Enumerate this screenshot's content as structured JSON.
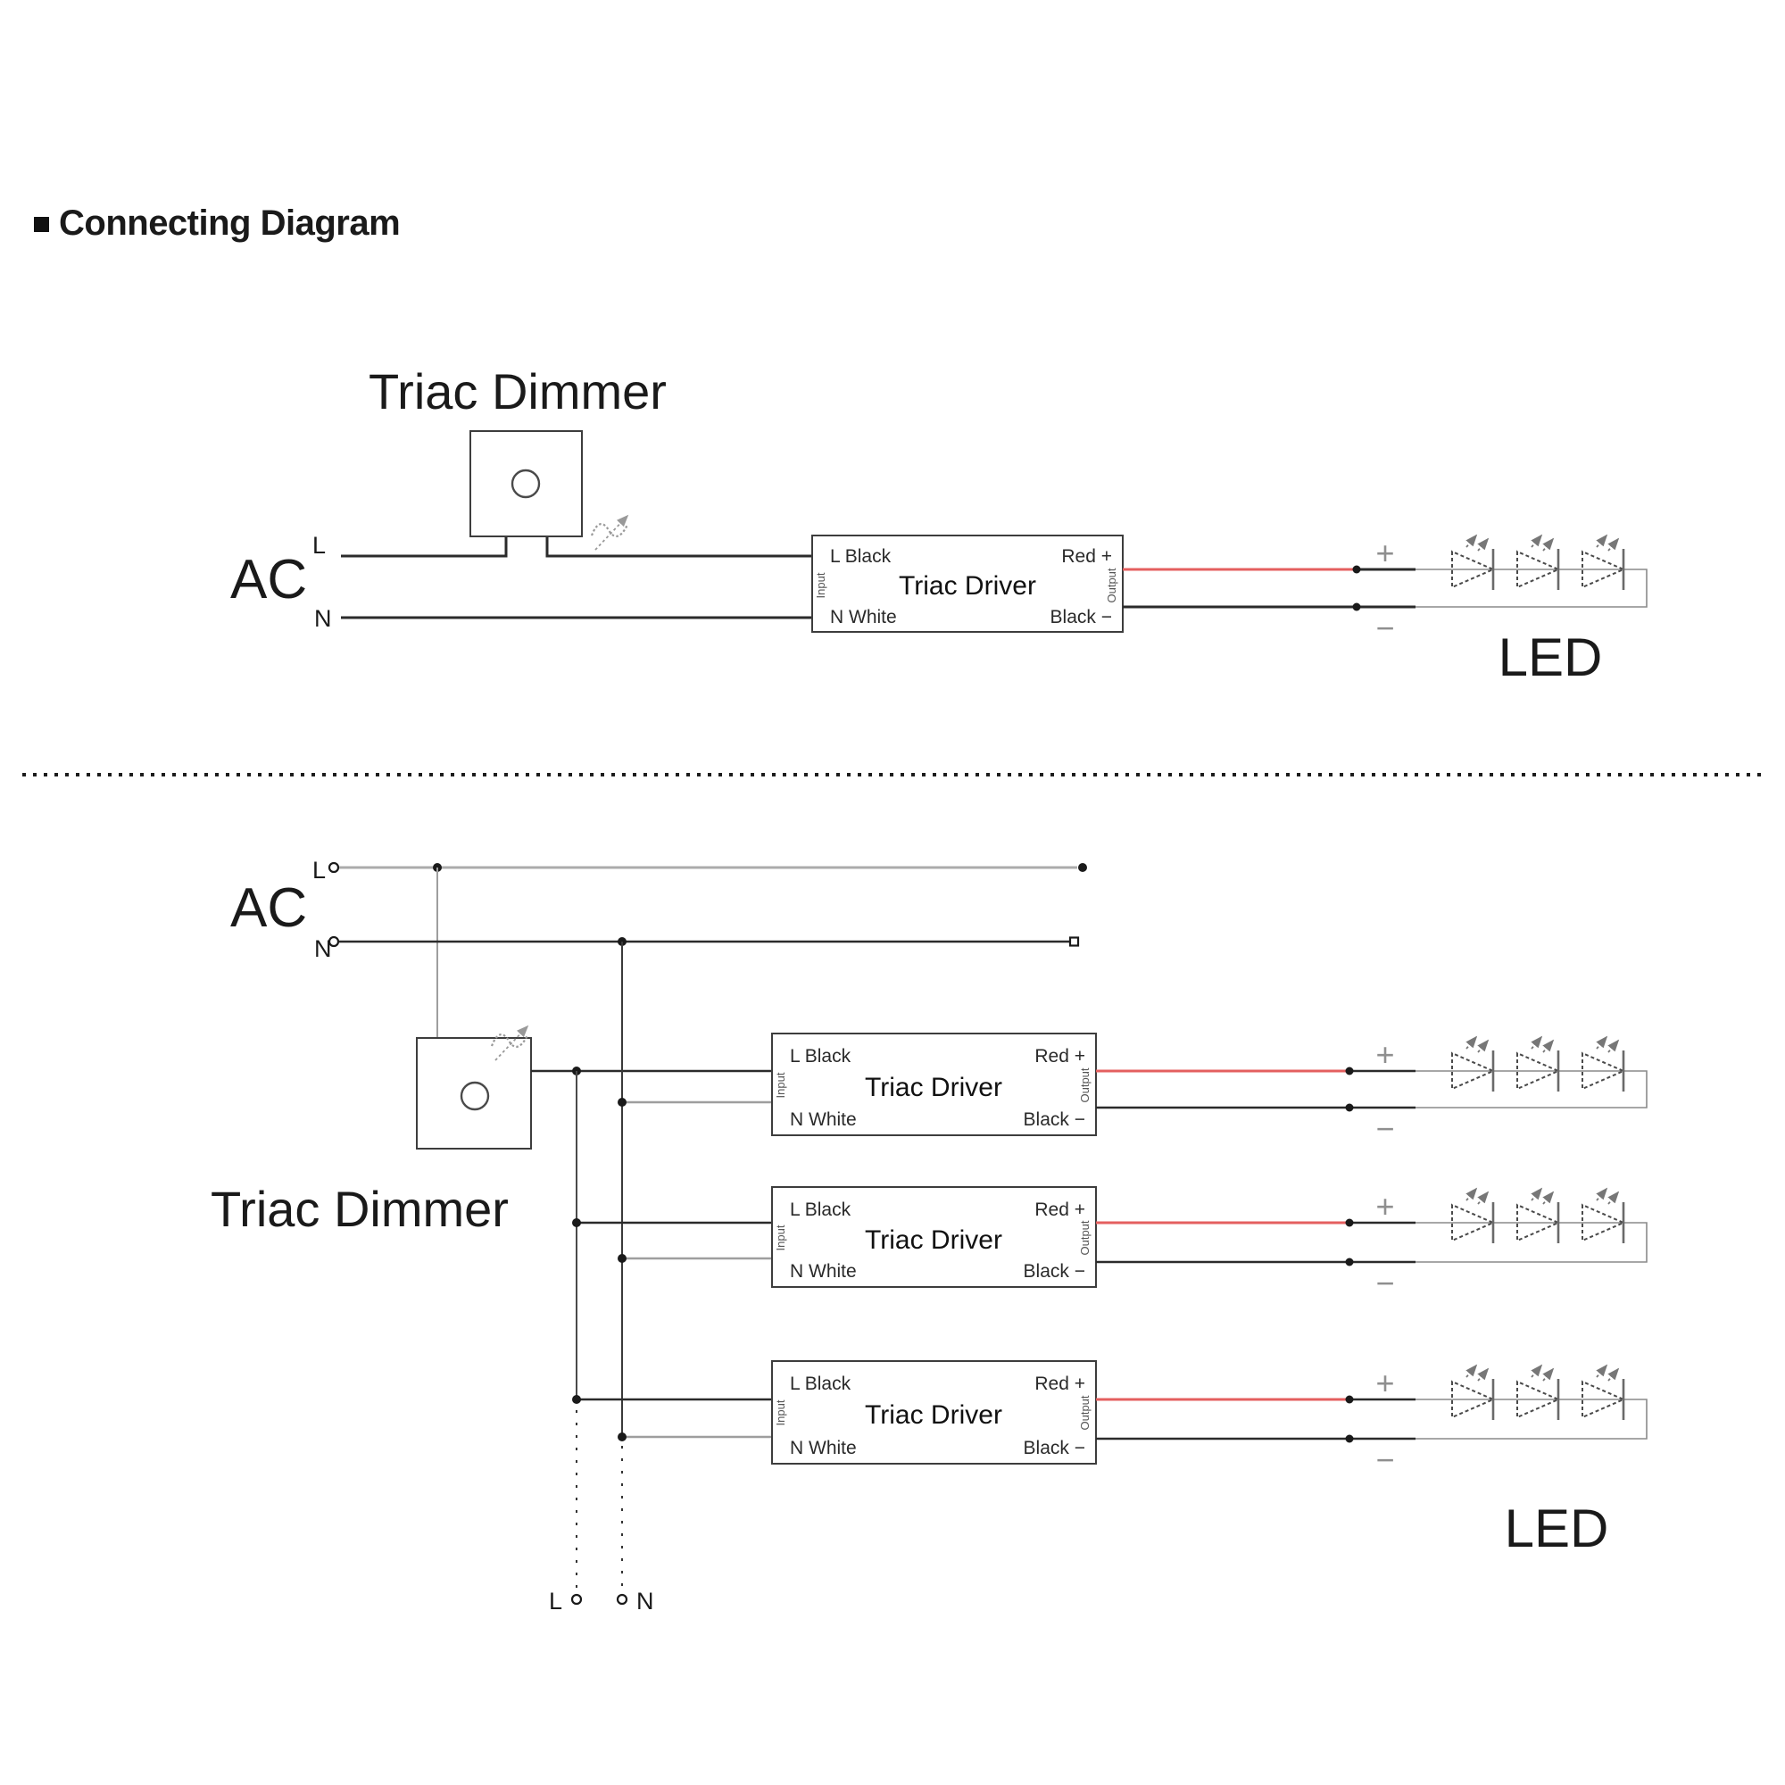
{
  "title": {
    "text": "Connecting Diagram"
  },
  "colors": {
    "red_wire": "#e45f5f",
    "dark_wire": "#2b2b2b",
    "gray_wire": "#a6a6a6",
    "text": "#1a1a1a",
    "muted_text": "#8f8f8f"
  },
  "labels": {
    "ac": "AC",
    "live": "L",
    "neutral": "N",
    "plus": "+",
    "minus": "−",
    "triac_dimmer": "Triac Dimmer",
    "led": "LED"
  },
  "driver": {
    "title": "Triac Driver",
    "input_live": "L Black",
    "input_neutral": "N White",
    "input_side": "Input",
    "output_side": "Output",
    "output_positive": "Red +",
    "output_negative": "Black −"
  }
}
